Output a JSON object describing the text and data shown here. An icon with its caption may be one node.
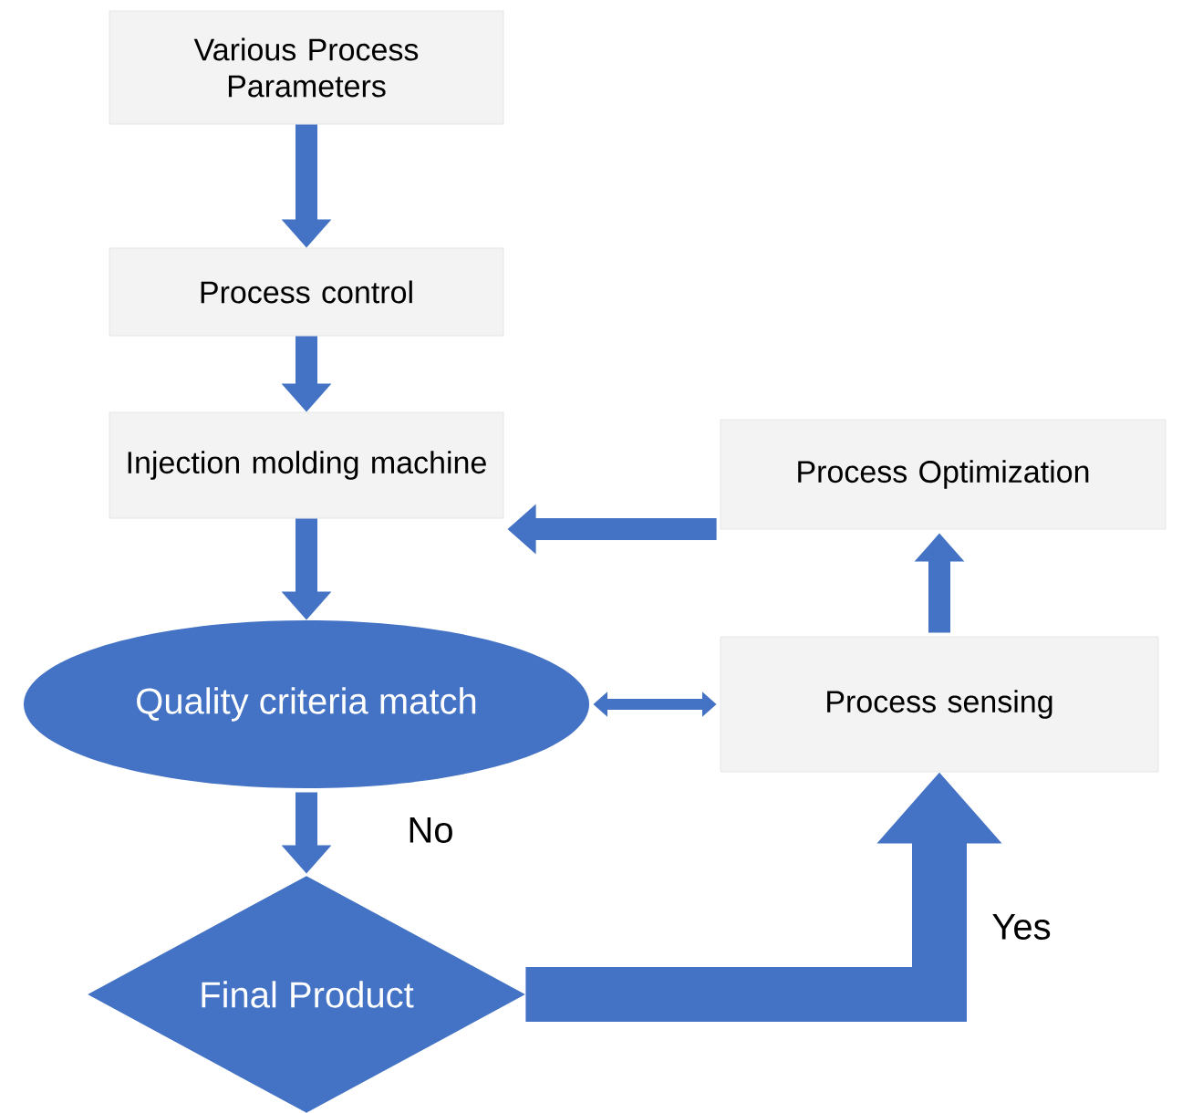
{
  "diagram": {
    "nodes": [
      {
        "text": [
          "Various Process Parameters"
        ]
      },
      {
        "text": [
          "Process control"
        ]
      },
      {
        "text": [
          "Injection molding machine"
        ]
      },
      {
        "text": [
          "Quality criteria match"
        ]
      },
      {
        "text": [
          "Final Product"
        ]
      },
      {
        "text": [
          "Process Optimization"
        ]
      },
      {
        "text": [
          "Process sensing"
        ]
      }
    ],
    "edges": [
      {
        "from": 0,
        "to": 1,
        "arrow": "to"
      },
      {
        "from": 1,
        "to": 2,
        "arrow": "to"
      },
      {
        "from": 2,
        "to": 3,
        "arrow": "to"
      },
      {
        "from": 3,
        "to": 4,
        "arrow": "to",
        "label": "No"
      },
      {
        "from": 3,
        "to": 6,
        "arrow": "both"
      },
      {
        "from": 4,
        "to": 6,
        "arrow": "to",
        "label": "Yes",
        "style": "thick"
      },
      {
        "from": 6,
        "to": 5,
        "arrow": "to"
      },
      {
        "from": 5,
        "to": 2,
        "arrow": "to"
      }
    ]
  }
}
